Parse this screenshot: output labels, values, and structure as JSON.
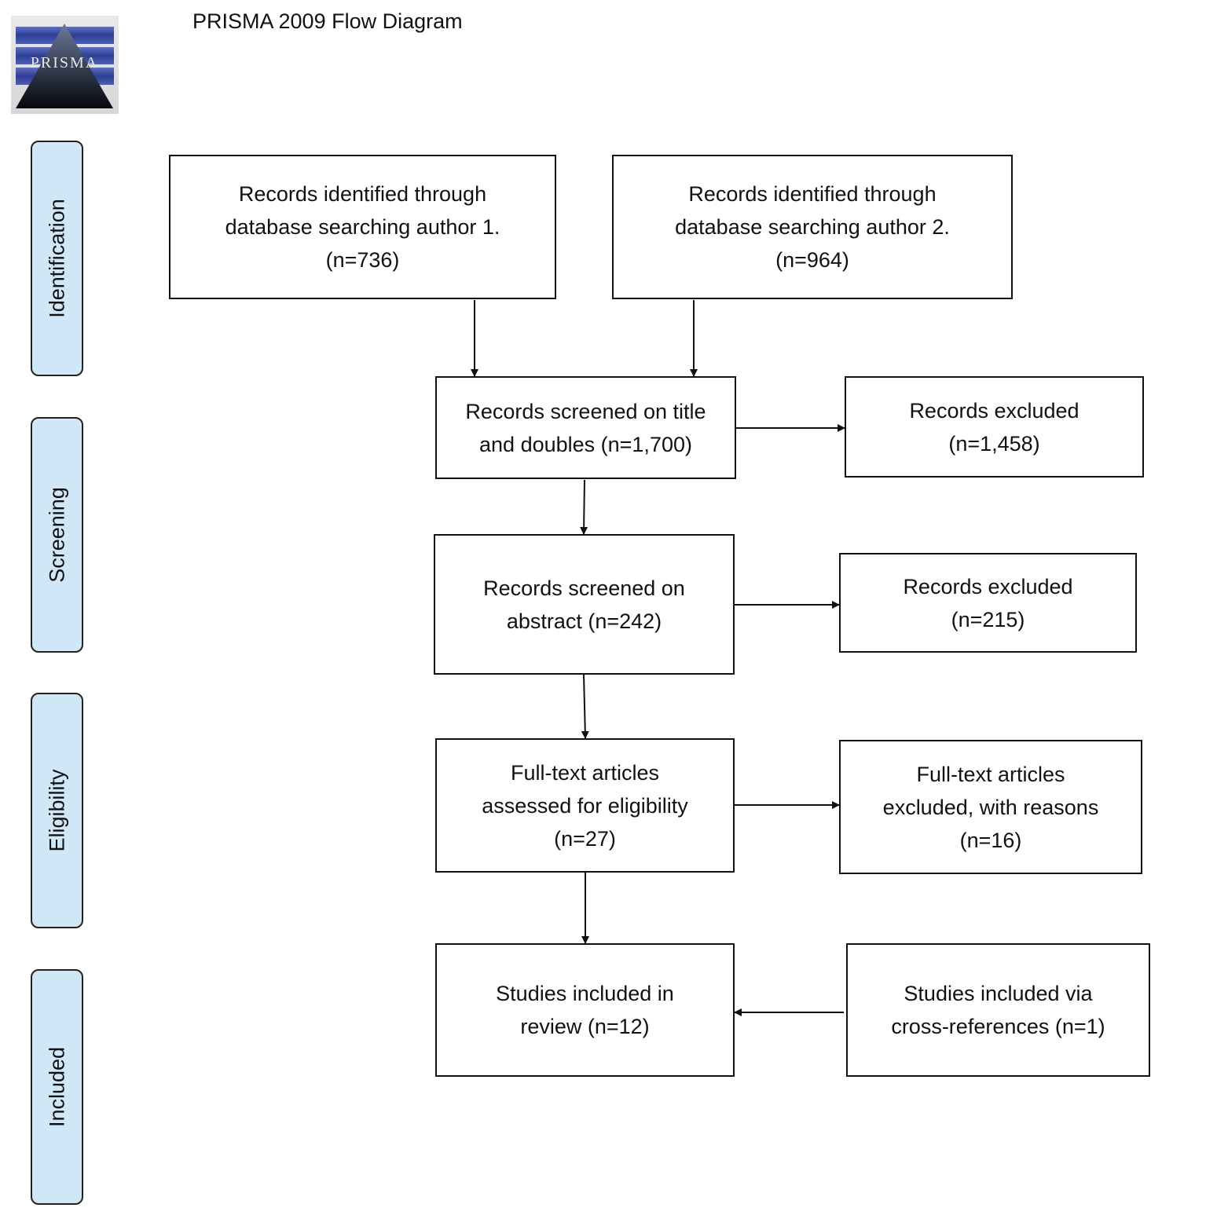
{
  "header": {
    "title": "PRISMA 2009 Flow Diagram",
    "logo_text": "PRISMA"
  },
  "stages": {
    "identification": "Identification",
    "screening": "Screening",
    "eligibility": "Eligibility",
    "included": "Included"
  },
  "boxes": {
    "records_author1": {
      "line1": "Records identified through",
      "line2": "database searching author 1.",
      "line3": "(n=736)"
    },
    "records_author2": {
      "line1": "Records identified through",
      "line2": "database searching author 2.",
      "line3": "(n=964)"
    },
    "screened_title": {
      "line1": "Records screened on title",
      "line2": "and doubles (n=1,700)"
    },
    "excluded_title": {
      "line1": "Records excluded",
      "line2": "(n=1,458)"
    },
    "screened_abstract": {
      "line1": "Records screened on",
      "line2": "abstract (n=242)"
    },
    "excluded_abstract": {
      "line1": "Records excluded",
      "line2": "(n=215)"
    },
    "fulltext_assessed": {
      "line1": "Full-text articles",
      "line2": "assessed for eligibility",
      "line3": "(n=27)"
    },
    "fulltext_excluded": {
      "line1": "Full-text articles",
      "line2": "excluded, with reasons",
      "line3": "(n=16)"
    },
    "studies_included": {
      "line1": "Studies included in",
      "line2": "review (n=12)"
    },
    "cross_references": {
      "line1": "Studies included via",
      "line2": "cross-references (n=1)"
    }
  },
  "colors": {
    "stage_fill": "#cfe7f7",
    "border": "#111111",
    "logo_dark": "#101826",
    "logo_blue": "#3b4fa0"
  }
}
